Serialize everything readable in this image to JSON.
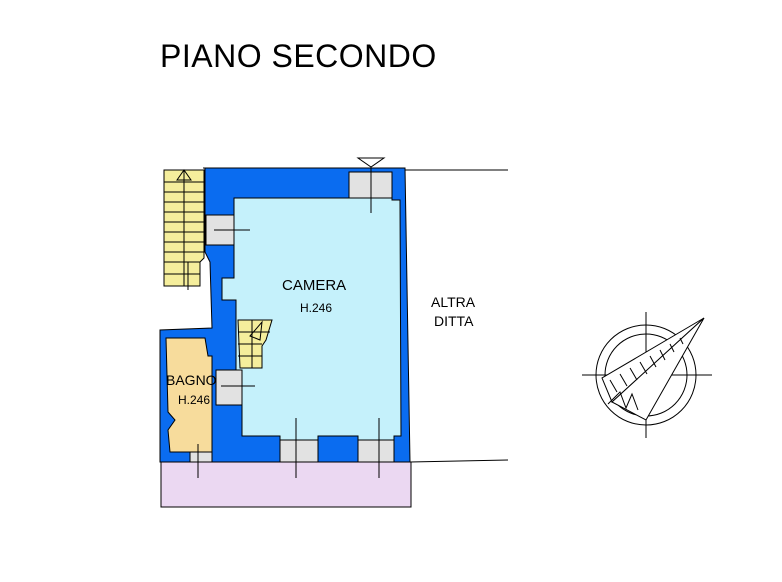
{
  "title": "PIANO SECONDO",
  "rooms": {
    "camera": {
      "name": "CAMERA",
      "height": "H.246"
    },
    "bagno": {
      "name": "BAGNO",
      "height": "H.246"
    }
  },
  "neighbor": {
    "line1": "ALTRA",
    "line2": "DITTA"
  },
  "colors": {
    "walls": "#0a6cf0",
    "camera_fill": "#c5f1fb",
    "bagno_fill": "#f7dc9c",
    "balcony_fill": "#ebd8f2",
    "stairs_fill": "#f5ee9c",
    "opening_fill": "#e2e2e2"
  },
  "icons": [
    "north-arrow-icon",
    "compass-icon"
  ]
}
